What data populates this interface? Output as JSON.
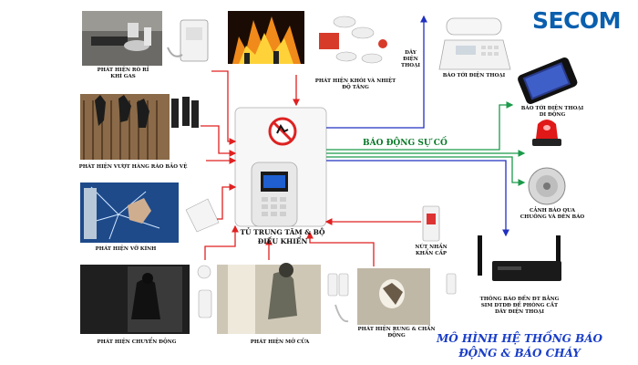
{
  "logo": "SECOM",
  "title_line1": "MÔ HÌNH HỆ THỐNG BÁO",
  "title_line2": "ĐỘNG & BÁO CHÁY",
  "panel_label_line1": "TỦ TRUNG TÂM & BỘ",
  "panel_label_line2": "ĐIỀU KHIỂN",
  "alarm_label": "BÁO ĐỘNG SỰ CỐ",
  "phone_line_label_1": "DÂY",
  "phone_line_label_2": "ĐIỆN",
  "phone_line_label_3": "THOẠI",
  "sensors": {
    "gas": "PHÁT HIỆN RÒ RỈ",
    "gas_2": "KHÍ GAS",
    "smoke": "PHÁT HIỆN KHÓI VÀ NHIỆT",
    "smoke_2": "ĐỘ TĂNG",
    "fence": "PHÁT HIỆN VƯỢT HÀNG RÀO BẢO VỆ",
    "glass": "PHÁT HIỆN VỠ KÍNH",
    "motion": "PHÁT HIỆN CHUYỂN ĐỘNG",
    "door": "PHÁT HIỆN MỞ CỬA",
    "vibration": "PHÁT HIỆN RUNG & CHẤN",
    "vibration_2": "ĐỘNG",
    "panic": "NÚT NHẤN",
    "panic_2": "KHẨN CẤP"
  },
  "outputs": {
    "landline": "BÁO TỚI ĐIỆN THOẠI",
    "mobile": "BÁO TỚI ĐIỆN THOẠI",
    "mobile_2": "DI ĐỘNG",
    "bell": "CẢNH BÁO QUA",
    "bell_2": "CHUÔNG VÀ ĐÈN BÁO",
    "gsm": "THÔNG BÁO ĐẾN ĐT BẰNG",
    "gsm_2": "SIM DTDĐ ĐỀ PHÒNG CẮT",
    "gsm_3": "DÂY ĐIỆN THOẠI"
  },
  "colors": {
    "input_arrow": "#e02020",
    "output_blue": "#2030c0",
    "output_green": "#1a9a4a",
    "title": "#1a3ec8",
    "logo": "#0a5fae"
  }
}
